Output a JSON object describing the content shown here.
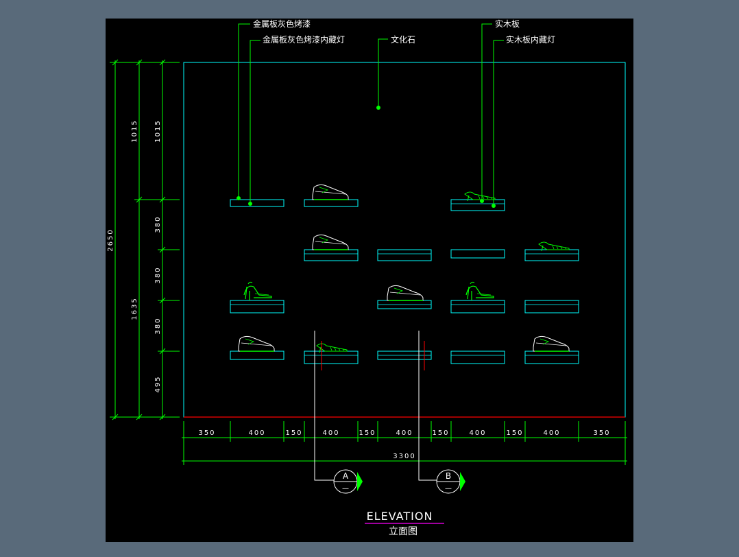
{
  "colors": {
    "background": "#596a7a",
    "canvas": "#000000",
    "cyan": "#00ffff",
    "green": "#00ff00",
    "white": "#ffffff",
    "red": "#ff0000",
    "magenta": "#ff00ff"
  },
  "callouts": {
    "metal_grey_paint": "金属板灰色烤漆",
    "metal_grey_paint_hidden_light": "金属板灰色烤漆内藏灯",
    "culture_stone": "文化石",
    "solid_wood_board": "实木板",
    "solid_wood_hidden_light": "实木板内藏灯"
  },
  "dimensions": {
    "left_outer": {
      "top": "1015",
      "bottom": "1635",
      "total": "2650"
    },
    "left_inner": [
      "1015",
      "380",
      "380",
      "380",
      "495"
    ],
    "bottom_row": [
      "350",
      "400",
      "150",
      "400",
      "150",
      "400",
      "150",
      "400",
      "150",
      "400",
      "350"
    ],
    "bottom_total": "3300"
  },
  "section_markers": [
    {
      "letter": "A",
      "sub": "—"
    },
    {
      "letter": "B",
      "sub": "—"
    }
  ],
  "title": {
    "english": "ELEVATION",
    "chinese": "立面图"
  }
}
